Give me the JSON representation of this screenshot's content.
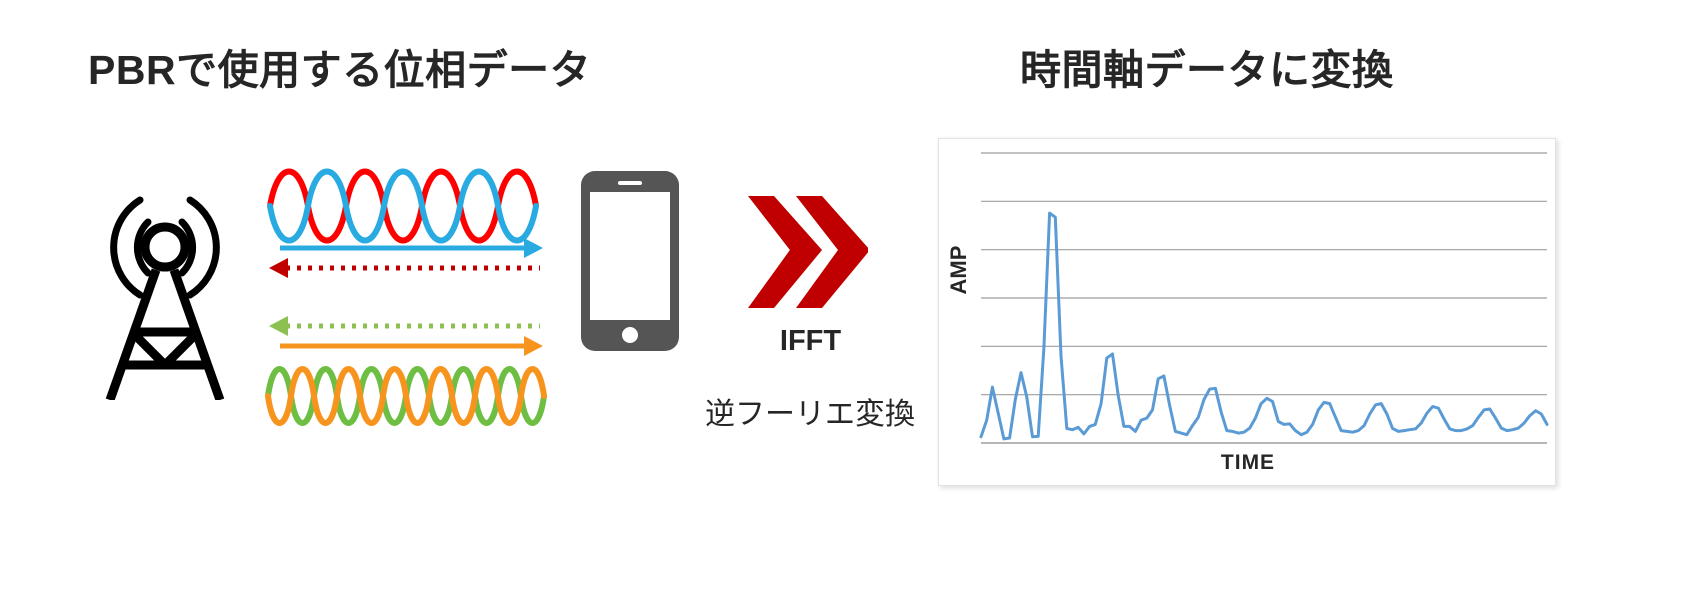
{
  "titles": {
    "left": "PBRで使用する位相データ",
    "right": "時間軸データに変換"
  },
  "left_panel": {
    "tower_icon": "radio-tower-icon",
    "phone_icon": "smartphone-icon",
    "signals": {
      "top_wave_colors": [
        "#FF0000",
        "#29ABE2"
      ],
      "bottom_wave_colors": [
        "#F7941E",
        "#6FBE44"
      ],
      "arrows": [
        {
          "name": "blue-solid-arrow-right",
          "color": "#29ABE2",
          "style": "solid",
          "direction": "right"
        },
        {
          "name": "red-dotted-arrow-left",
          "color": "#C00000",
          "style": "dotted",
          "direction": "left"
        },
        {
          "name": "green-dotted-arrow-left",
          "color": "#8CC152",
          "style": "dotted",
          "direction": "left"
        },
        {
          "name": "orange-solid-arrow-right",
          "color": "#F7941E",
          "style": "solid",
          "direction": "right"
        }
      ]
    }
  },
  "transform": {
    "chevron_icon": "double-chevron-right-icon",
    "chevron_color": "#C00000",
    "label": "IFFT",
    "label_jp": "逆フーリエ変換"
  },
  "chart_data": {
    "type": "line",
    "title": "",
    "xlabel": "TIME",
    "ylabel": "AMP",
    "line_color": "#5B9BD5",
    "grid": true,
    "gridlines": 7,
    "ylim": [
      0,
      7
    ],
    "xlim": [
      0,
      100
    ],
    "values": [
      0.15,
      0.55,
      1.35,
      0.72,
      0.1,
      0.12,
      1.05,
      1.7,
      1.12,
      0.15,
      0.16,
      2.3,
      5.55,
      5.45,
      2.1,
      0.35,
      0.32,
      0.38,
      0.22,
      0.4,
      0.45,
      0.95,
      2.05,
      2.15,
      1.15,
      0.4,
      0.4,
      0.28,
      0.55,
      0.6,
      0.8,
      1.55,
      1.62,
      0.9,
      0.28,
      0.24,
      0.2,
      0.42,
      0.62,
      1.05,
      1.3,
      1.32,
      0.75,
      0.3,
      0.28,
      0.24,
      0.26,
      0.36,
      0.6,
      0.95,
      1.08,
      1.0,
      0.52,
      0.45,
      0.46,
      0.3,
      0.2,
      0.26,
      0.45,
      0.8,
      0.98,
      0.95,
      0.62,
      0.3,
      0.28,
      0.26,
      0.3,
      0.42,
      0.7,
      0.92,
      0.95,
      0.7,
      0.35,
      0.28,
      0.3,
      0.32,
      0.34,
      0.48,
      0.72,
      0.88,
      0.84,
      0.58,
      0.34,
      0.3,
      0.3,
      0.34,
      0.42,
      0.62,
      0.8,
      0.82,
      0.6,
      0.36,
      0.3,
      0.32,
      0.36,
      0.48,
      0.66,
      0.78,
      0.7,
      0.45
    ]
  }
}
